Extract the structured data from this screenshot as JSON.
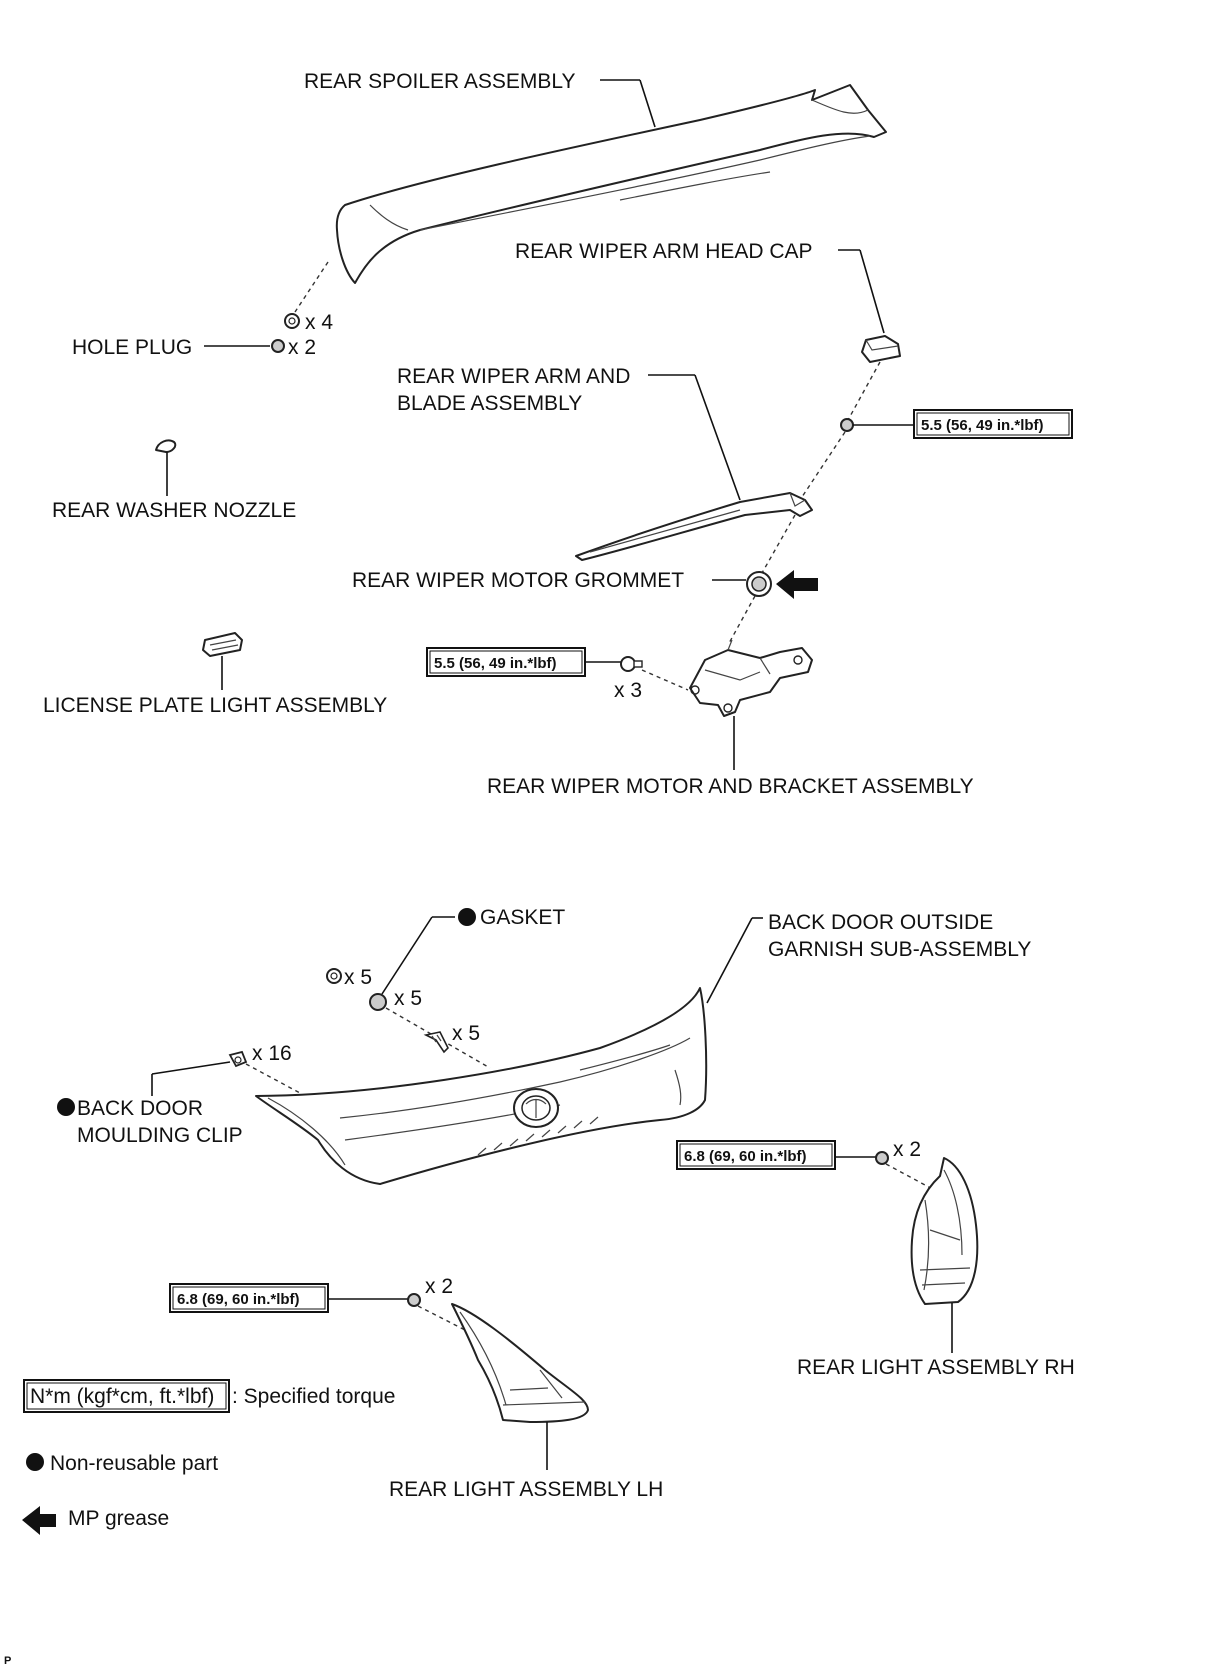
{
  "labels": {
    "rear_spoiler": "REAR SPOILER ASSEMBLY",
    "rear_wiper_arm_head_cap": "REAR WIPER ARM HEAD CAP",
    "hole_plug": "HOLE PLUG",
    "rear_wiper_arm_blade_line1": "REAR WIPER ARM AND",
    "rear_wiper_arm_blade_line2": "BLADE ASSEMBLY",
    "rear_washer_nozzle": "REAR WASHER NOZZLE",
    "rear_wiper_motor_grommet": "REAR WIPER MOTOR GROMMET",
    "license_plate_light": "LICENSE PLATE LIGHT ASSEMBLY",
    "rear_wiper_motor_bracket": "REAR WIPER MOTOR AND BRACKET ASSEMBLY",
    "gasket": "GASKET",
    "back_door_garnish_line1": "BACK DOOR OUTSIDE",
    "back_door_garnish_line2": "GARNISH SUB-ASSEMBLY",
    "back_door_clip_line1": "BACK DOOR",
    "back_door_clip_line2": "MOULDING CLIP",
    "rear_light_rh": "REAR LIGHT ASSEMBLY RH",
    "rear_light_lh": "REAR LIGHT ASSEMBLY LH"
  },
  "quantities": {
    "spoiler_clip": "x 4",
    "hole_plug": "x 2",
    "wiper_motor_bolt": "x 3",
    "garnish_clip": "x 5",
    "gasket": "x 5",
    "garnish_stud": "x 5",
    "moulding_clip": "x 16",
    "rear_light_rh_nut": "x 2",
    "rear_light_lh_nut": "x 2"
  },
  "torques": {
    "wiper_arm_nut": "5.5 (56, 49 in.*lbf)",
    "wiper_motor_bolt": "5.5 (56, 49 in.*lbf)",
    "rear_light_rh": "6.8 (69, 60 in.*lbf)",
    "rear_light_lh": "6.8 (69, 60 in.*lbf)"
  },
  "legend": {
    "torque_box": "N*m (kgf*cm, ft.*lbf)",
    "torque_desc": ": Specified torque",
    "non_reusable": "Non-reusable part",
    "mp_grease": "MP grease"
  },
  "footer_code": "P"
}
